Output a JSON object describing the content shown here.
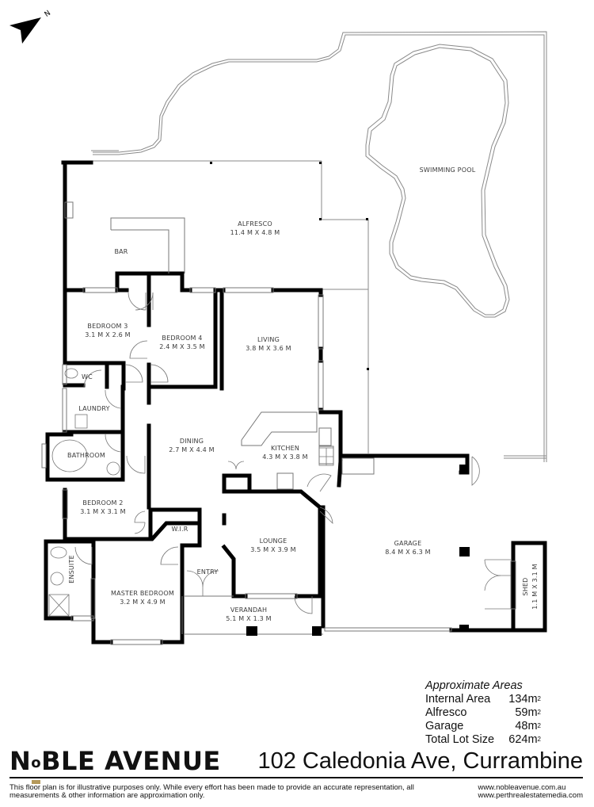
{
  "compass": {
    "label": "N",
    "icon": "north-arrow-icon"
  },
  "rooms": {
    "alfresco": {
      "name": "ALFRESCO",
      "dims": "11.4 M X 4.8 M"
    },
    "bar": {
      "name": "BAR"
    },
    "swimming_pool": {
      "name": "SWIMMING POOL"
    },
    "bedroom3": {
      "name": "BEDROOM 3",
      "dims": "3.1 M X 2.6 M"
    },
    "bedroom4": {
      "name": "BEDROOM 4",
      "dims": "2.4 M X 3.5 M"
    },
    "living": {
      "name": "LIVING",
      "dims": "3.8 M X 3.6 M"
    },
    "wc": {
      "name": "WC"
    },
    "laundry": {
      "name": "LAUNDRY"
    },
    "bathroom": {
      "name": "BATHROOM"
    },
    "dining": {
      "name": "DINING",
      "dims": "2.7 M X 4.4 M"
    },
    "kitchen": {
      "name": "KITCHEN",
      "dims": "4.3 M X 3.8 M"
    },
    "bedroom2": {
      "name": "BEDROOM 2",
      "dims": "3.1 M X 3.1 M"
    },
    "wir": {
      "name": "W.I.R"
    },
    "ensuite": {
      "name": "ENSUITE"
    },
    "master": {
      "name": "MASTER BEDROOM",
      "dims": "3.2 M X 4.9 M"
    },
    "entry": {
      "name": "ENTRY"
    },
    "lounge": {
      "name": "LOUNGE",
      "dims": "3.5 M X 3.9 M"
    },
    "verandah": {
      "name": "VERANDAH",
      "dims": "5.1 M X 1.3 M"
    },
    "garage": {
      "name": "GARAGE",
      "dims": "8.4 M X 6.3 M"
    },
    "shed": {
      "name": "SHED",
      "dims": "1.1 M X 3.1 M"
    }
  },
  "areas": {
    "title": "Approximate Areas",
    "unit_sup": "2",
    "rows": [
      {
        "label": "Internal Area",
        "value": "134m"
      },
      {
        "label": "Alfresco",
        "value": "59m"
      },
      {
        "label": "Garage",
        "value": "48m"
      },
      {
        "label": "Total Lot Size",
        "value": "624m"
      }
    ]
  },
  "brand": {
    "pre": "N",
    "o": "o",
    "post": "BLE AVENUE",
    "accent": "#b5995b"
  },
  "address": "102 Caledonia Ave, Currambine",
  "disclaimer": "This floor plan is for illustrative purposes only. While every effort has been made to provide an accurate representation, all measurements & other information are approximation only.",
  "links": [
    "www.nobleavenue.com.au",
    "www.perthrealestatemedia.com"
  ]
}
